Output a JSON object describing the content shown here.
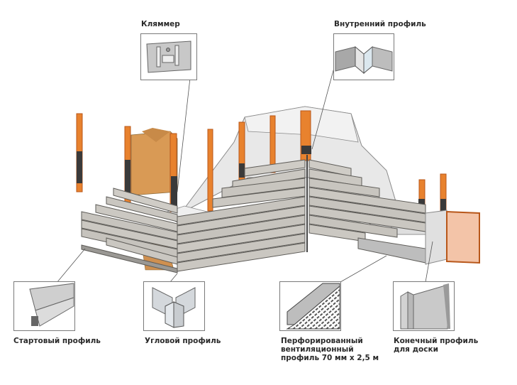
{
  "diagram": {
    "title": "Facade cladding assembly",
    "callouts": {
      "klyammer": "Кляммер",
      "inner_profile": "Внутренний профиль",
      "starter_profile": "Стартовый профиль",
      "corner_profile": "Угловой профиль",
      "perforated_line1": "Перфорированный",
      "perforated_line2": "вентиляционный",
      "perforated_line3": "профиль 70 мм х 2,5 м",
      "end_profile_line1": "Конечный профиль",
      "end_profile_line2": "для доски"
    },
    "colors": {
      "timber": "#e8822e",
      "timber_dark": "#b8571a",
      "board": "#c9c7c2",
      "board_line": "#6e6c68",
      "wall": "#e6e6e6",
      "insulation": "#d9a060",
      "bracket": "#3c3c3c",
      "leader": "#555555"
    }
  }
}
